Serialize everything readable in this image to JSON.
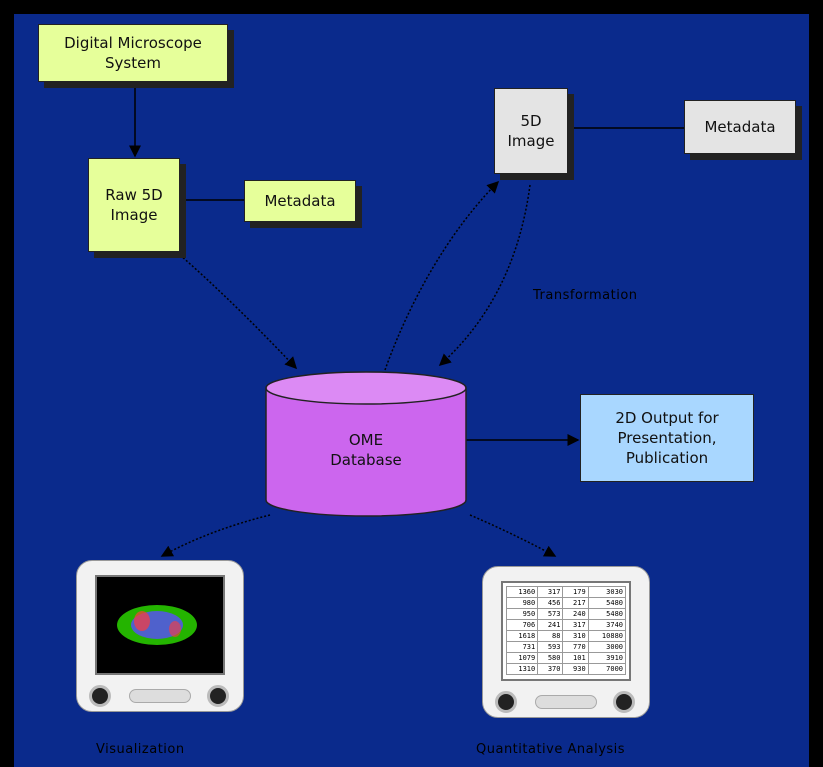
{
  "nodes": {
    "microscope": "Digital Microscope\nSystem",
    "raw_image": "Raw 5D\nImage",
    "metadata_left": "Metadata",
    "image_5d": "5D\nImage",
    "metadata_right": "Metadata",
    "database": "OME\nDatabase",
    "output_2d": "2D Output for\nPresentation,\nPublication"
  },
  "labels": {
    "transformation": "Transformation",
    "visualization": "Visualization",
    "quantitative": "Quantitative Analysis"
  },
  "colors": {
    "background": "#0a2a8c",
    "green_box": "#e6ff9a",
    "gray_box": "#e4e4e4",
    "blue_box": "#a9d7ff",
    "database": "#cc66ee"
  },
  "icons": {
    "left_monitor": "microscopy-image-monitor-icon",
    "right_monitor": "data-table-monitor-icon"
  }
}
